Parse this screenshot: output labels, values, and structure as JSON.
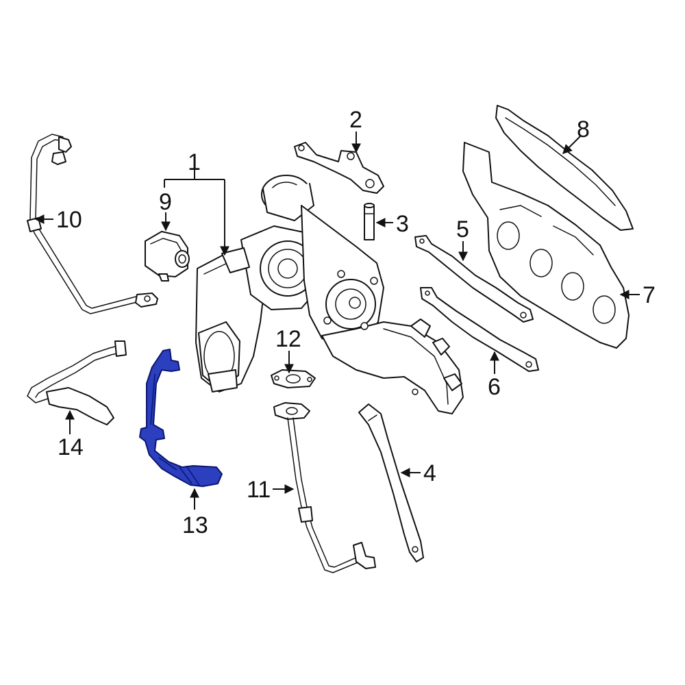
{
  "highlight_color": "#2b3fbf",
  "callouts": {
    "c1": "1",
    "c2": "2",
    "c3": "3",
    "c4": "4",
    "c5": "5",
    "c6": "6",
    "c7": "7",
    "c8": "8",
    "c9": "9",
    "c10": "10",
    "c11": "11",
    "c12": "12",
    "c13": "13",
    "c14": "14"
  }
}
